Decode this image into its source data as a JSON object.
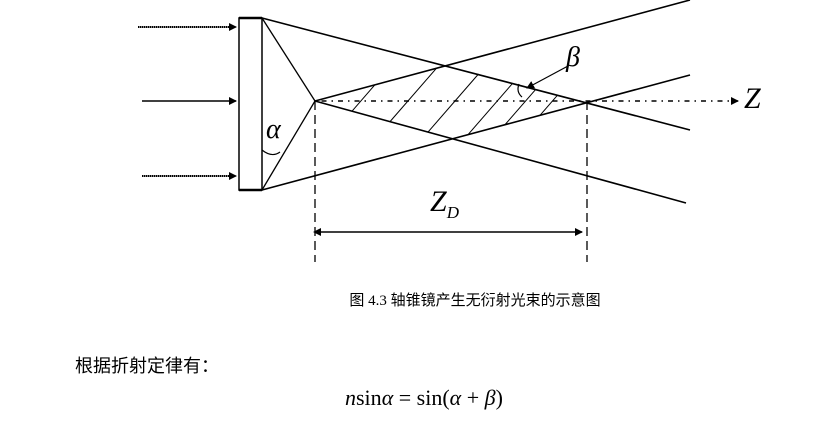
{
  "figure": {
    "labels": {
      "alpha": "α",
      "beta": "β",
      "z_axis": "Z",
      "zd_main": "Z",
      "zd_sub": "D"
    },
    "caption": "图 4.3  轴锥镜产生无衍射光束的示意图"
  },
  "body": {
    "intro": "根据折射定律有：",
    "formula": {
      "n": "n",
      "sin1": "sin",
      "alpha": "α",
      "eq": " = sin(",
      "alpha2": "α",
      "plus": " + ",
      "beta": "β",
      "close": ")"
    }
  }
}
